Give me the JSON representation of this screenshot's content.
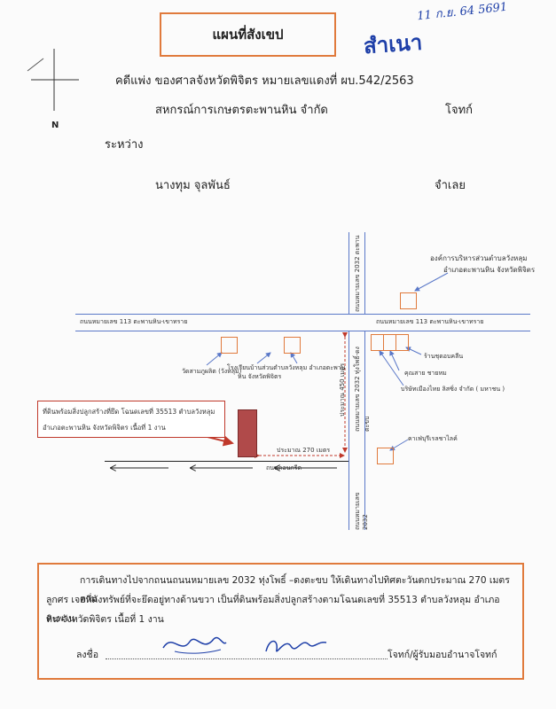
{
  "title": "แผนที่สังเขป",
  "stamp": "สำเนา",
  "hw_note": "11 ก.ย. 64 5691",
  "compass_label": "N",
  "header": {
    "case_line": "คดีแพ่ง   ของศาลจังหวัดพิจิตร  หมายเลขแดงที่ ผบ.542/2563",
    "plaintiff_name": "สหกรณ์การเกษตรตะพานหิน จำกัด",
    "plaintiff_role": "โจทก์",
    "between": "ระหว่าง",
    "defendant_name": "นางทุม  จุลพันธ์",
    "defendant_role": "จำเลย"
  },
  "map": {
    "road_113_left": "ถนนหมายเลข 113 ตะพานหิน-เขาทราย",
    "road_113_right": "ถนนหมายเลข 113 ตะพานหิน-เขาทราย",
    "road_2032_top": "ถนนหมายเลข 2032 ตะพาน",
    "road_2032_mid": "ถนนหมายเลข 2032 ทุ่งโพธิ์-ดงตะขบ",
    "road_2032_bottom": "ถนนหมายเลข 2032",
    "distance_vertical": "ประมาณ 450 เมตร",
    "distance_horizontal": "ประมาณ  270  เมตร",
    "road_side": "ถนนคอนกรีต",
    "org_admin_1": "องค์การบริหารส่วนตำบลวังหลุม",
    "org_admin_2": "อำเภอตะพานหิน  จังหวัดพิจิตร",
    "temple": "วัดสามภูผลิต (วังหลุม)",
    "school_1": "โรงเรียนบ้านส่วนตำบลวังหลุม อำเภอตะพาน",
    "school_2": "หิน  จังหวัดพิจิตร",
    "shop": "ร้านชุดอบคลีน",
    "person": "คุณสาย  ชายหม",
    "company": "บริษัทเมืองไทย ลิสซิ่ง จำกัด ( มหาชน )",
    "cafe": "คาเฟ่บุรีเรลชาไลค์",
    "property_1": "ที่ดินพร้อมสิ่งปลูกสร้างที่ยึด โฉนดเลขที่  35513  ตำบลวังหลุม",
    "property_2": "อำเภอตะพานหิน  จังหวัดพิจิตร  เนื้อที่   1  งาน"
  },
  "description": {
    "line1": "การเดินทางไปจากถนนถนนหมายเลข  2032  ทุ่งโพธิ์ –ดงตะขบ  ให้เดินทางไปทิศตะวันตกประมาณ 270  เมตร  ตาม",
    "line2": "ลูกศร  เจอที่ดังทรัพย์ที่จะยึดอยู่ทางด้านขวา  เป็นที่ดินพร้อมสิ่งปลูกสร้างตามโฉนดเลขที่  35513  ตำบลวังหลุม  อำเภอตะพาน",
    "line3": "หิน  จังหวัดพิจิตร  เนื้อที่    1  งาน",
    "sign_prefix": "ลงชื่อ",
    "sign_suffix": "โจทก์/ผู้รับมอบอำนาจโจทก์"
  },
  "colors": {
    "orange": "#e07a3c",
    "road_blue": "#5a78c8",
    "property_red": "#b04a4a",
    "stamp_blue": "#1e3fa8"
  }
}
